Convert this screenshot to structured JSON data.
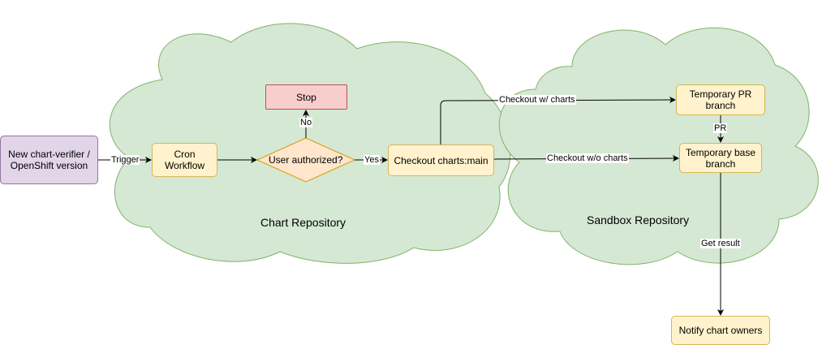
{
  "clouds": {
    "chart": "Chart Repository",
    "sandbox": "Sandbox Repository"
  },
  "nodes": {
    "source": "New chart-verifier / OpenShift version",
    "cron": "Cron Workflow",
    "decision": "User authorized?",
    "stop": "Stop",
    "checkout_main": "Checkout charts:main",
    "temp_pr": "Temporary PR branch",
    "temp_base": "Temporary base branch",
    "notify": "Notify chart owners"
  },
  "edges": {
    "trigger": "Trigger",
    "no": "No",
    "yes": "Yes",
    "with_charts": "Checkout w/ charts",
    "without_charts": "Checkout w/o charts",
    "pr": "PR",
    "get_result": "Get result"
  },
  "colors": {
    "cloud_fill": "#d5e8d4",
    "cloud_stroke": "#82b366",
    "yellow_fill": "#fff2cc",
    "yellow_stroke": "#d6b656",
    "purple_fill": "#e1d5e7",
    "purple_stroke": "#9673a6",
    "red_fill": "#f8cecc",
    "red_stroke": "#b85450",
    "diamond_fill": "#ffe6cc",
    "diamond_stroke": "#d79b00"
  }
}
